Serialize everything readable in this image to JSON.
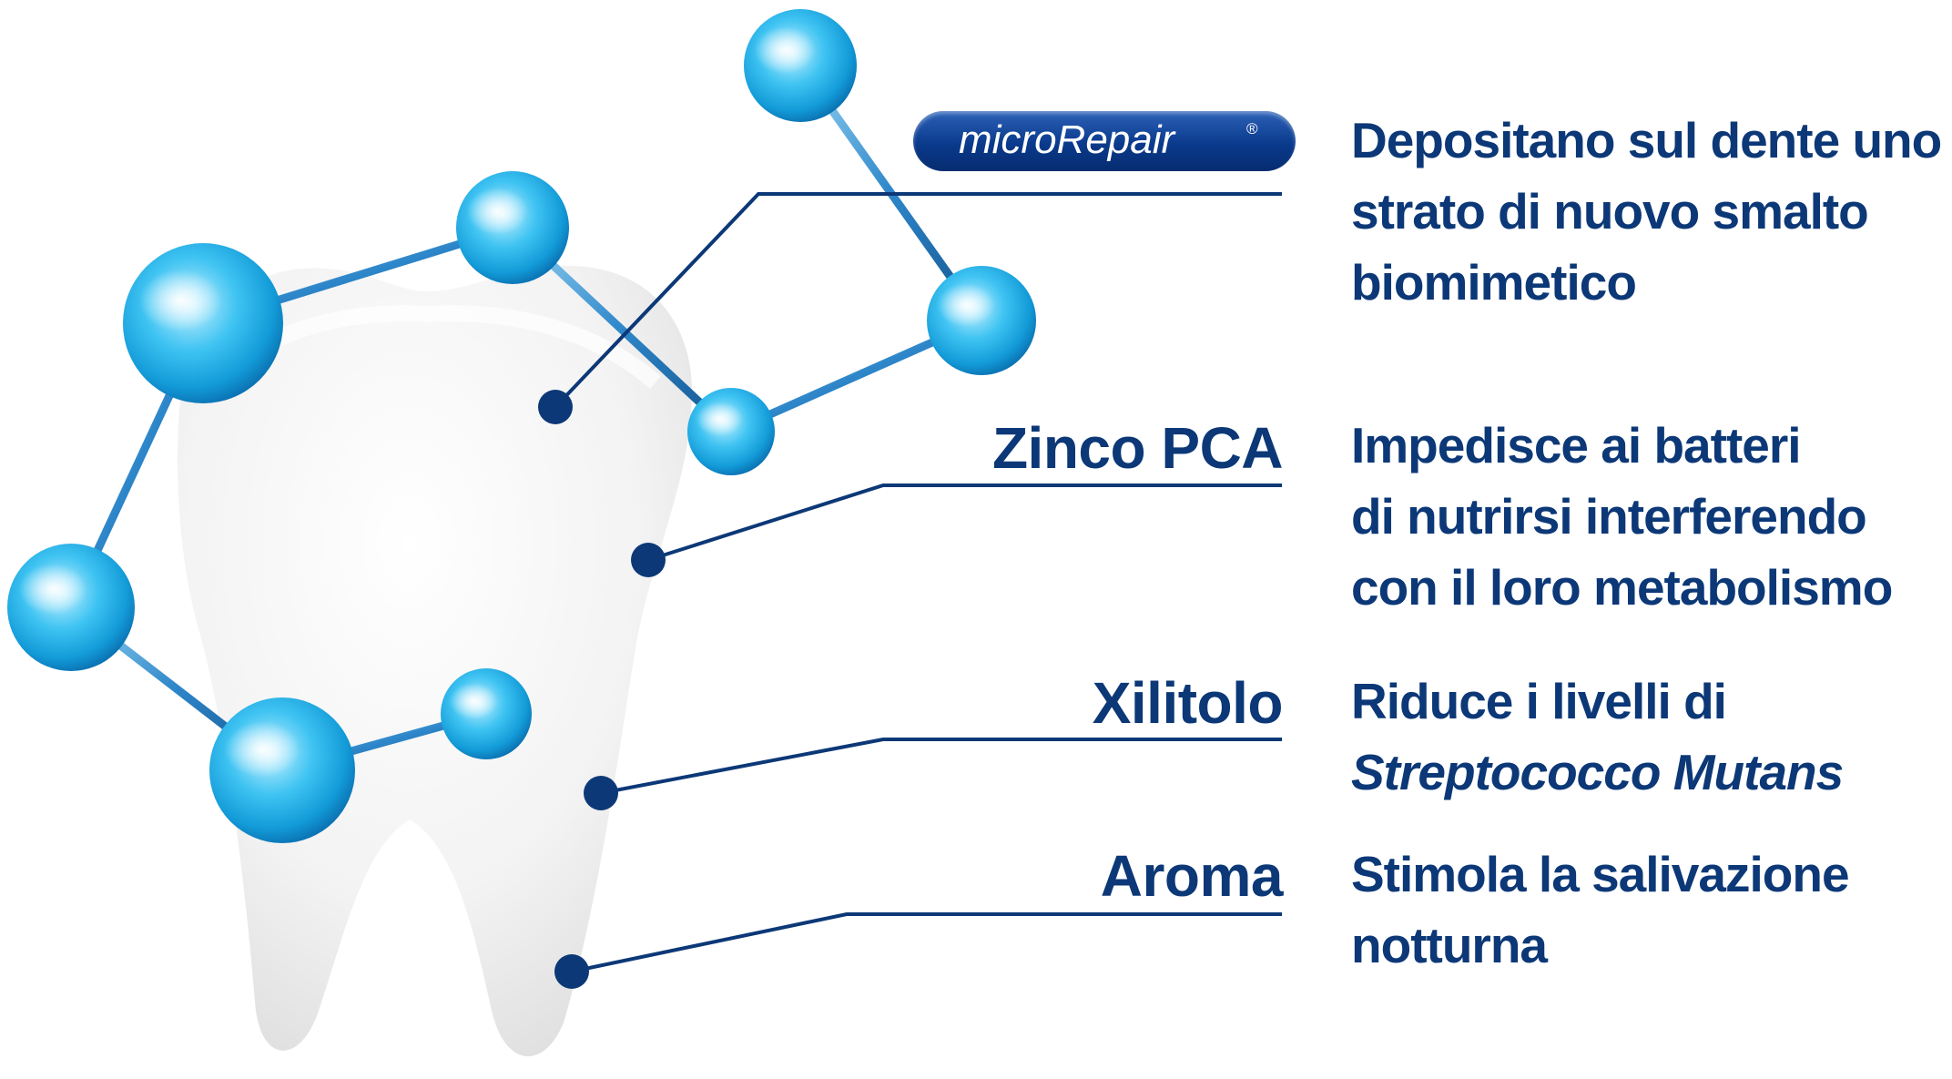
{
  "colors": {
    "text": "#0c3877",
    "leader_line": "#0c3877",
    "badge": "#0a3a8c",
    "molecule": "#23b4ea",
    "tooth": "#e9e9e9"
  },
  "badge": {
    "text": "microRepair",
    "mark": "®"
  },
  "ingredients": [
    {
      "label": "",
      "badge": true,
      "description": [
        "Depositano sul dente uno",
        "strato di nuovo smalto",
        "biomimetico"
      ]
    },
    {
      "label": "Zinco PCA",
      "description": [
        "Impedisce ai batteri",
        "di nutrirsi interferendo",
        "con il loro metabolismo"
      ]
    },
    {
      "label": "Xilitolo",
      "description": [
        "Riduce i livelli di",
        "Streptococco Mutans"
      ]
    },
    {
      "label": "Aroma",
      "description": [
        "Stimola la salivazione",
        "notturna"
      ]
    }
  ],
  "icons": {
    "tooth": "tooth-icon",
    "molecule": "molecule-icon",
    "leader_dot": "dot-marker"
  }
}
